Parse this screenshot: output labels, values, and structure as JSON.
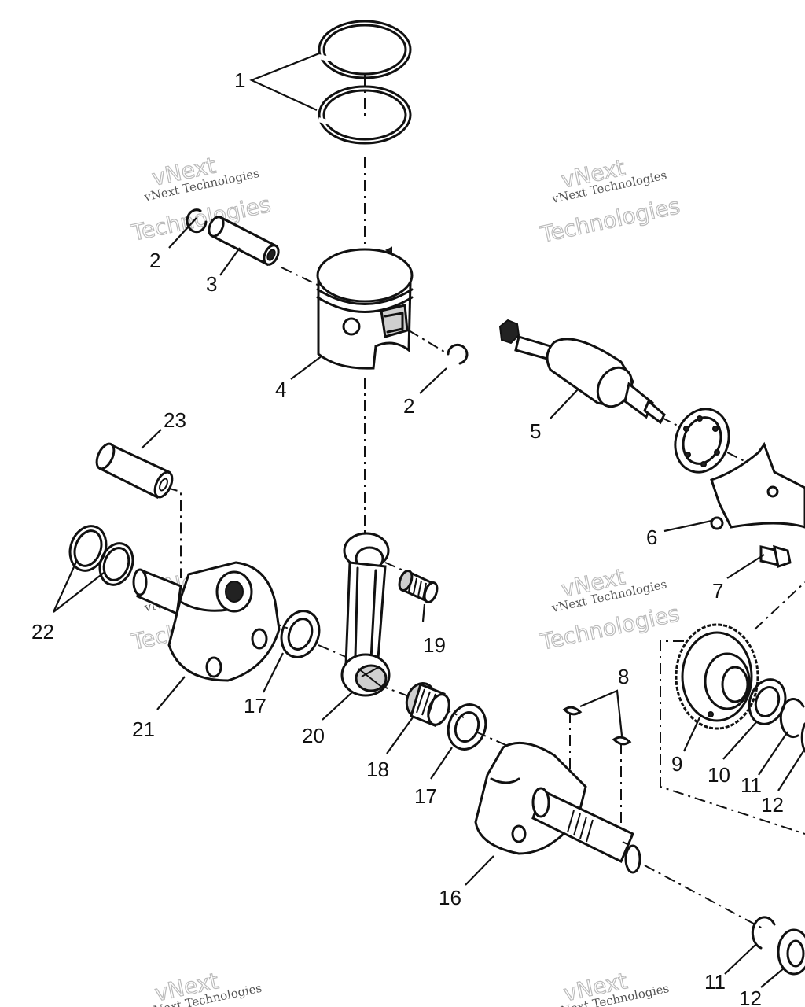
{
  "watermark": {
    "line1": "vNext",
    "line2": "vNext Technologies",
    "line3": "Technologies"
  },
  "callouts": [
    "1",
    "2",
    "3",
    "4",
    "2",
    "23",
    "5",
    "6",
    "7",
    "22",
    "21",
    "17",
    "20",
    "19",
    "18",
    "17",
    "8",
    "9",
    "10",
    "11",
    "12",
    "16",
    "11",
    "12"
  ]
}
